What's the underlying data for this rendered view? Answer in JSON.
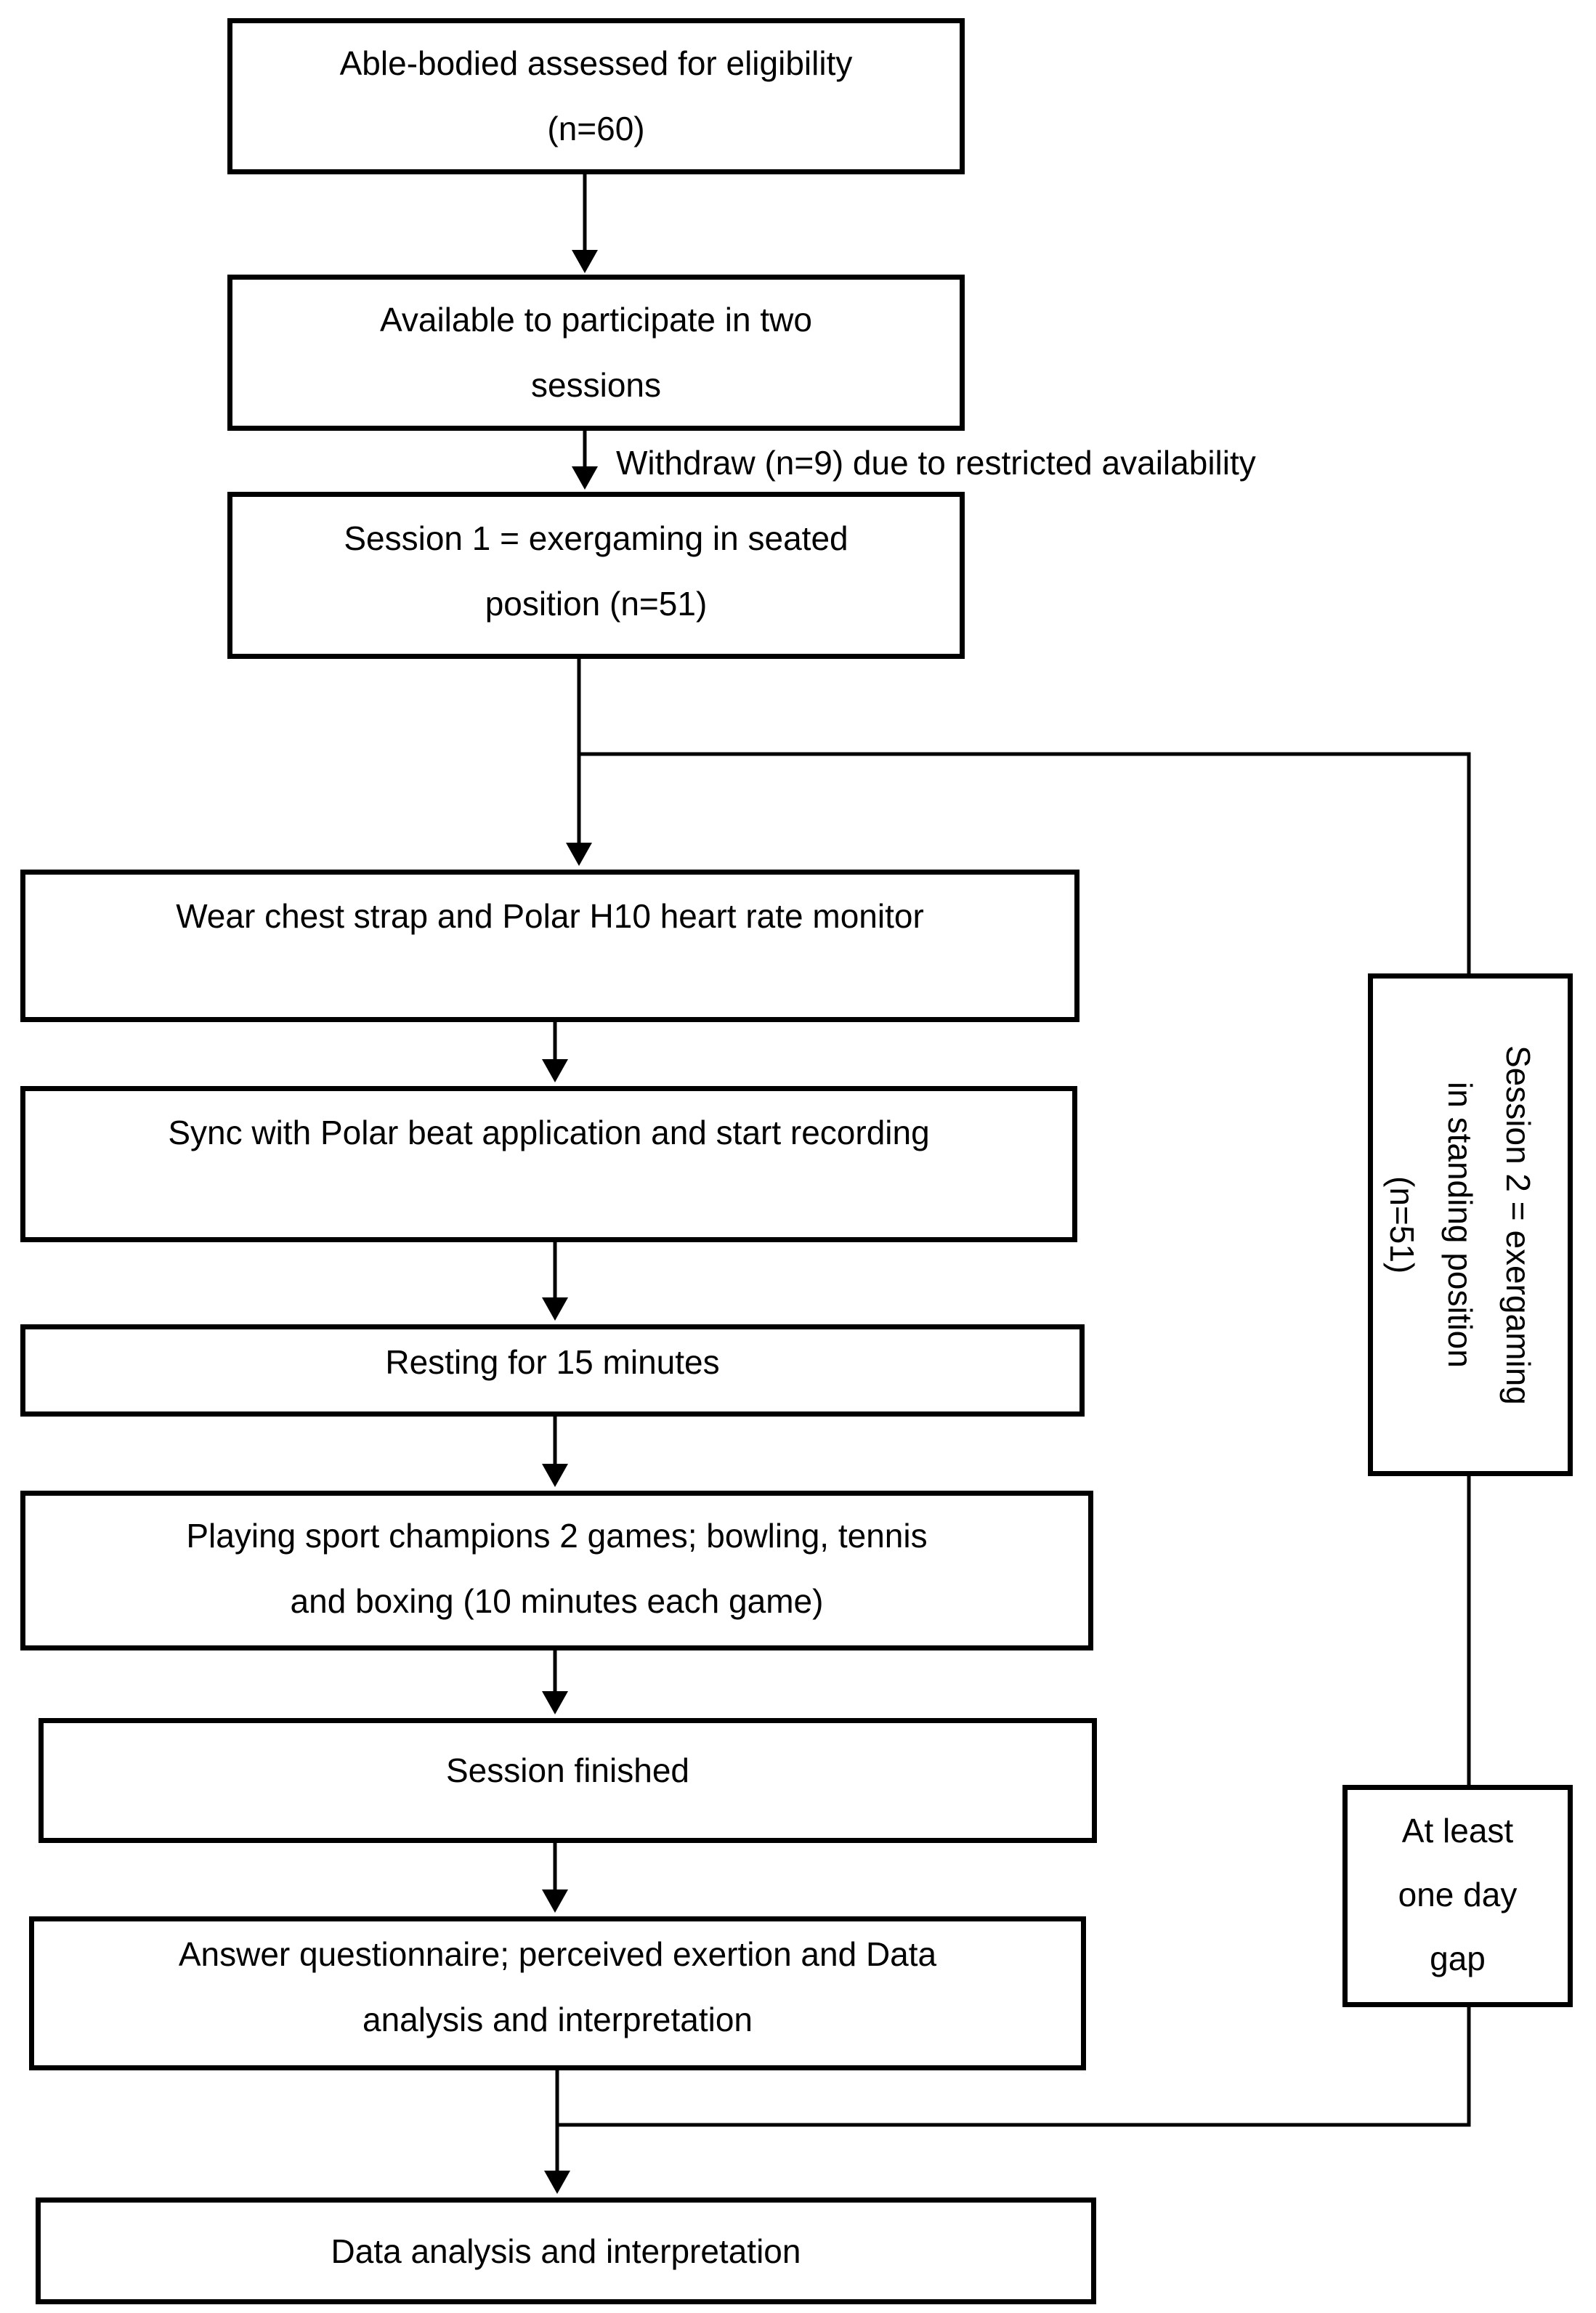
{
  "title": "Study flow diagram",
  "colors": {
    "ink": "#000000",
    "background": "#ffffff"
  },
  "nodes": {
    "eligibility": {
      "lines": [
        "Able-bodied assessed for eligibility",
        "(n=60)"
      ]
    },
    "available": {
      "lines": [
        "Available to participate in two",
        "sessions"
      ]
    },
    "session1": {
      "lines": [
        "Session 1 = exergaming in seated",
        "position (n=51)"
      ]
    },
    "wear": {
      "lines": [
        "Wear chest strap and Polar H10 heart rate monitor"
      ]
    },
    "sync": {
      "lines": [
        "Sync with Polar beat application and start recording"
      ]
    },
    "resting": {
      "lines": [
        "Resting for 15 minutes"
      ]
    },
    "playing": {
      "lines": [
        "Playing sport champions 2 games; bowling, tennis",
        "and boxing (10 minutes each game)"
      ]
    },
    "finished": {
      "lines": [
        "Session finished"
      ]
    },
    "questionnaire": {
      "lines": [
        "Answer questionnaire; perceived exertion and Data",
        "analysis and interpretation"
      ]
    },
    "analysis": {
      "lines": [
        "Data analysis and interpretation"
      ]
    },
    "session2": {
      "lines": [
        "Session 2 = exergaming",
        "in standing  position",
        "(n=51)"
      ]
    },
    "gap": {
      "lines": [
        "At least",
        "one day",
        "gap"
      ]
    }
  },
  "annotations": {
    "withdraw": "Withdraw (n=9) due to restricted availability"
  }
}
